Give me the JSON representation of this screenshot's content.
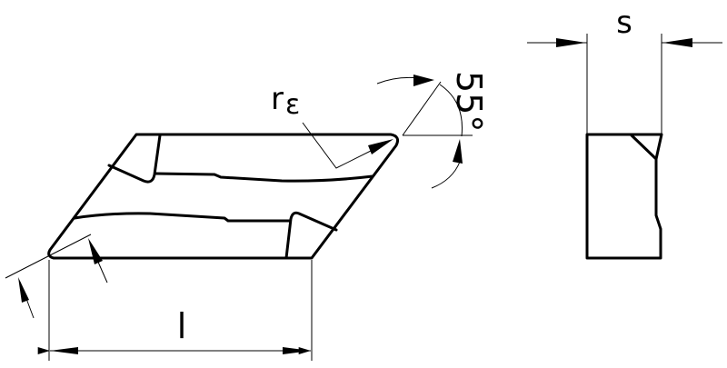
{
  "drawing": {
    "type": "cutting insert technical drawing",
    "labels": {
      "length": "l",
      "thickness": "s",
      "corner_radius": "r",
      "corner_radius_sub": "ε",
      "angle": "55°"
    }
  }
}
